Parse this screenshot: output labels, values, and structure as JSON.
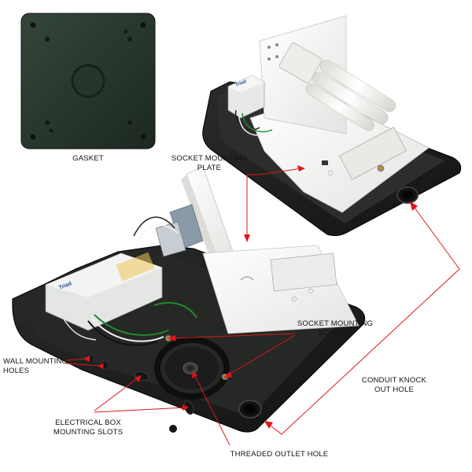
{
  "labels": {
    "gasket": "GASKET",
    "socket_plate_line1": "SOCKET MOUNTING",
    "socket_plate_line2": "PLATE",
    "socket_screws_line1": "SOCKET MOUNTING",
    "socket_screws_line2": "SCREWS",
    "wall_holes_line1": "WALL MOUNTING",
    "wall_holes_line2": "HOLES",
    "conduit_line1": "CONDUIT KNOCK",
    "conduit_line2": "OUT HOLE",
    "ebox_line1": "ELECTRICAL BOX",
    "ebox_line2": "MOUNTING SLOTS",
    "threaded": "THREADED OUTLET HOLE"
  },
  "product_marks": {
    "ballast_brand_top": "Triad",
    "ballast_brand_bottom": "Triad"
  },
  "colors": {
    "callout": "#e0161b",
    "housing": "#1d1f1d",
    "gasket": "#2a3a2e",
    "plate": "#f4f4f2",
    "ballast": "#e9ece8",
    "wire_green": "#1e8a2e"
  }
}
